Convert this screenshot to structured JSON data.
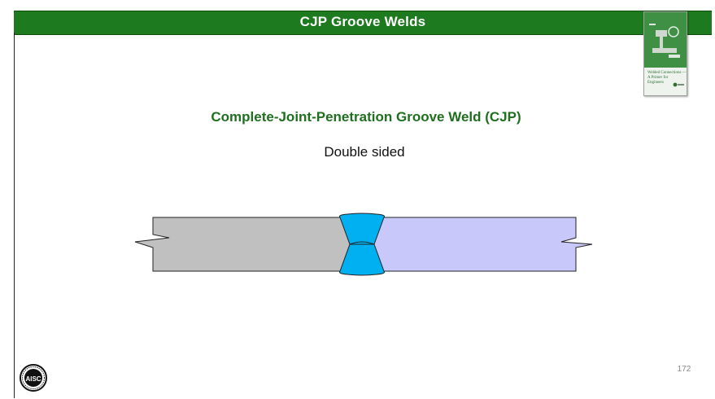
{
  "slide": {
    "title": "CJP Groove Welds",
    "subtitle": "Complete-Joint-Penetration Groove Weld (CJP)",
    "caption": "Double sided",
    "page_number": "172"
  },
  "cover_thumbnail": {
    "lines": [
      "Welded Connections —",
      "A Primer for",
      "Engineers"
    ]
  },
  "logo": {
    "icon": "aisc-seal-icon",
    "letters": "AISC"
  },
  "colors": {
    "title_bar": "#1e7a1e",
    "subtitle_text": "#1f6f1f",
    "left_plate": "#c0c0c0",
    "right_plate": "#c8c8fa",
    "weld": "#00b0f0"
  }
}
